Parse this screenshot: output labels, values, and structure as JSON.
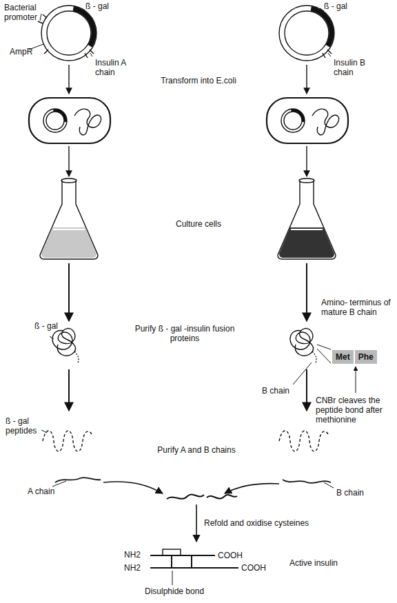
{
  "diagram": {
    "nodes": [
      {
        "text": [
          "Met"
        ]
      },
      {
        "text": [
          "Phe"
        ]
      }
    ],
    "labels": [
      "Bacterial promoter",
      "ß - gal",
      "AmpR",
      "Insulin A chain",
      "ß - gal",
      "Insulin B chain",
      "Transform into E.coli",
      "Culture cells",
      "Amino- terminus of mature B chain",
      "ß - gal",
      "Purify ß - gal -insulin fusion proteins",
      "B chain",
      "CNBr cleaves the peptide bond after methionine",
      "ß - gal peptides",
      "Purify A and B chains",
      "A chain",
      "B chain",
      "Refold and oxidise cysteines",
      "NH2",
      "NH2",
      "COOH",
      "COOH",
      "Active insulin",
      "Disulphide bond"
    ]
  }
}
